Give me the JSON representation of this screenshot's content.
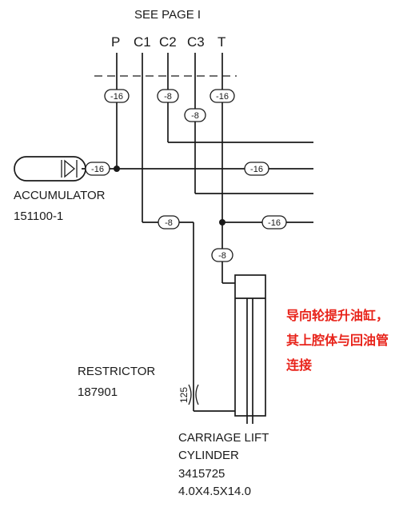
{
  "header": {
    "see_page": "SEE PAGE I"
  },
  "ports": {
    "p": "P",
    "c1": "C1",
    "c2": "C2",
    "c3": "C3",
    "t": "T"
  },
  "hose_sizes": {
    "p_top": "-16",
    "c2_top": "-8",
    "c3_top": "-8",
    "t_top": "-16",
    "accumulator": "-16",
    "p_right": "-16",
    "c1_mid": "-8",
    "t_right": "-16",
    "t_down": "-8"
  },
  "accumulator": {
    "name": "ACCUMULATOR",
    "part_no": "151100-1"
  },
  "restrictor": {
    "name": "RESTRICTOR",
    "part_no": "187901",
    "size": "125"
  },
  "cylinder": {
    "name_line1": "CARRIAGE LIFT",
    "name_line2": "CYLINDER",
    "part_no": "3415725",
    "dims": "4.0X4.5X14.0"
  },
  "annotation": {
    "line1": "导向轮提升油缸，",
    "line2": "其上腔体与回油管",
    "line3": "连接"
  },
  "colors": {
    "line": "#1a1a1a",
    "annotation": "#e8231a",
    "background": "#ffffff"
  }
}
